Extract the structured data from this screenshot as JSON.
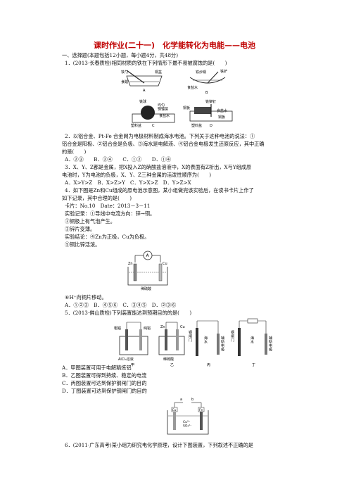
{
  "title": "课时作业(二十一)　化学能转化为电能——电池",
  "section1": "一、选择题(本题包括12小题，每小题4分，共48分)",
  "q1": {
    "stem": "1．(2013·长春质检)相同材质的铁在下列情形下最不易被腐蚀的是(　　)",
    "labels": {
      "A_iron": "铁勺",
      "A_copper": "铜盆",
      "A_liquid": "食醋",
      "A_tag": "A",
      "B_wire": "铁炒锅",
      "B_ball": "铁铲",
      "B_liquid": "食盐水",
      "B_tag": "B",
      "C_ball": "铁球",
      "C_coat": "均匀\n铜镀层",
      "C_liquid": "食盐水",
      "C_tag": "C",
      "C_base": "塑料盆",
      "D_nail": "铁铆钉",
      "D_plate1": "铜板",
      "D_plate2": "铜板",
      "D_liquid": "食盐水",
      "D_tag": "D",
      "D_base": "塑料盆"
    }
  },
  "q2": {
    "l1": "2．以铝合金、Pt-Fe 合金网为电极材料制成海水电池。下列关于这种电池的说法：①",
    "l2": "铝合金是阳极、②铝合金是负极、③海水是电解液、④铝合金电极发生还原反应，其中正确",
    "l3": "的是(　　)",
    "opts": "A．②③　　B．②④　　C．①②　　D．①④"
  },
  "q3": {
    "l1": "3．X、Y、Z都是金属，把X投入Z的硝酸盐溶液中，X的表面有Z析出，X与Y组成原",
    "l2": "电池时，Y为电池的负极，X、Y、Z三种金属的活泼性顺序为(　　)",
    "opts": "A．X>Y>Z　B．X>Z>Y　C．Y>X>Z　D．Y>Z>X"
  },
  "q4": {
    "l1": "4．如下图是Zn和Cu组成的原电池示意图，某小组做完该实验后，在读书卡片上作了",
    "l2": "如下记录，其中合理的是(　　)",
    "card": "卡片：No.10　Date：2013－3－11",
    "r1": "实验记录：①导线中电流方向：锌→铜。",
    "r2": "②铜极上有气泡产生。",
    "r3": "③锌片变薄。",
    "r4": "实验结论：④Zn为正极，Cu为负极。",
    "r5": "⑤铜比锌活泼。",
    "r6": "⑥H⁺向铜片移动。",
    "opts": "A．①②③　B．④⑤⑥　C．③④⑤　D．②③⑥",
    "fig": {
      "zn": "Zn",
      "cu": "Cu",
      "meter": "A",
      "acid": "稀硫酸"
    }
  },
  "q5": {
    "stem": "5．(2013·佛山质检)下列装置能达到预期目的的是(　　)",
    "a": "A．甲图装置可用于电解精炼铝",
    "b": "B．乙图装置可得到持续、稳定的电流",
    "c": "C．丙图装置可达到保护钢闸门的目的",
    "d": "D．丁图装置可达到保护钢闸门的目的",
    "fig": {
      "jia_l": "粗铝",
      "jia_r": "纯铝",
      "jia_sol": "AlCl₃溶液",
      "jia": "甲",
      "yi_zn": "Zn",
      "yi_cu": "Cu",
      "yi_sol": "稀硫酸",
      "yi": "乙",
      "bing_gate": "钢\n闸\n门",
      "bing_sea": "海\n水",
      "bing_el": "辅\n助\n电\n极",
      "bing": "丙",
      "ding_gate": "钢\n闸\n门",
      "ding_sea": "海\n水",
      "ding_el": "辅\n助\n电\n极",
      "ding": "丁"
    }
  },
  "q6": {
    "stem": "6．(2011·广东高考)某小组为研究电化学原理，设计下图装置，下列叙述不正确的是",
    "fig": {
      "a": "a",
      "b": "b",
      "cu": "Cu",
      "fe": "Fe",
      "sol": "Cu²⁺\nSO₄²⁻"
    }
  }
}
